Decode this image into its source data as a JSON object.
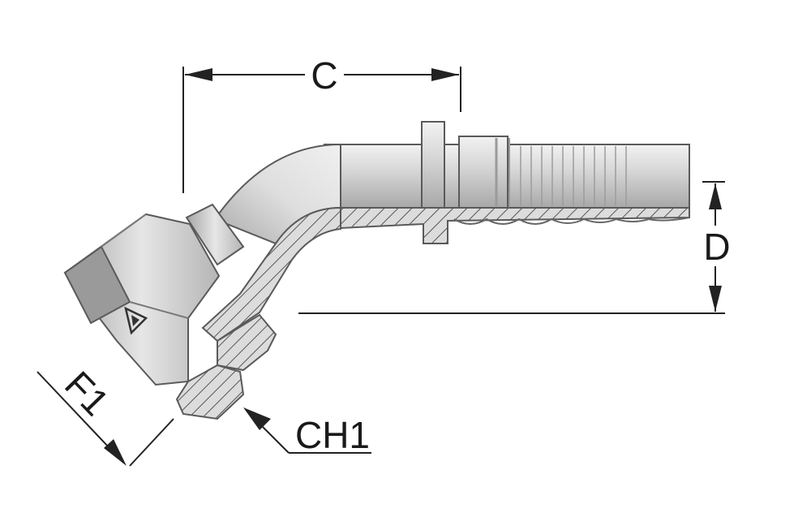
{
  "drawing": {
    "labels": {
      "c": "C",
      "d": "D",
      "f1": "F1",
      "ch1": "CH1"
    },
    "colors": {
      "background": "#ffffff",
      "body_light": "#e4e4e4",
      "body_mid": "#bdbdbd",
      "body_dark": "#8f8f8f",
      "nut_face": "#9a9a9a",
      "section": "#dcdcdc",
      "hatch": "#555555",
      "dimension": "#222222"
    },
    "icons": {
      "nut_logo": "triangle-logo-icon"
    }
  }
}
